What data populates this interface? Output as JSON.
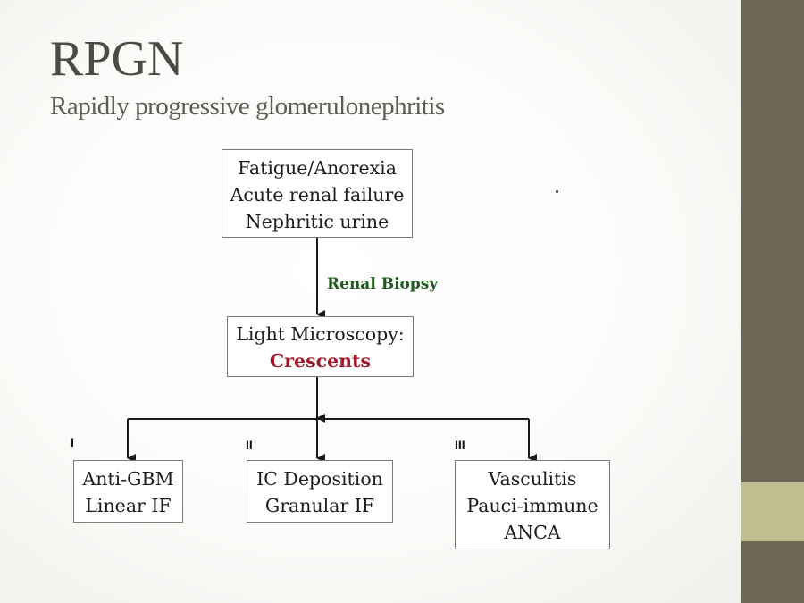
{
  "slide": {
    "title": "RPGN",
    "subtitle": "Rapidly progressive glomerulonephritis"
  },
  "diagram": {
    "symptoms": {
      "lines": [
        "Fatigue/Anorexia",
        "Acute renal failure",
        "Nephritic urine"
      ]
    },
    "edge_label": "Renal Biopsy",
    "microscopy": {
      "line1": "Light Microscopy:",
      "line2": "Crescents"
    },
    "types": [
      {
        "roman": "I",
        "lines": [
          "Anti-GBM",
          "Linear IF"
        ]
      },
      {
        "roman": "II",
        "lines": [
          "IC Deposition",
          "Granular IF"
        ]
      },
      {
        "roman": "III",
        "lines": [
          "Vasculitis",
          "Pauci-immune",
          "ANCA"
        ]
      }
    ]
  },
  "colors": {
    "title": "#4b4b45",
    "edge_label": "#1f5a1f",
    "crescents": "#a3192a",
    "sidebar": "#6f6553",
    "sidebar_accent": "#c3bd92"
  }
}
